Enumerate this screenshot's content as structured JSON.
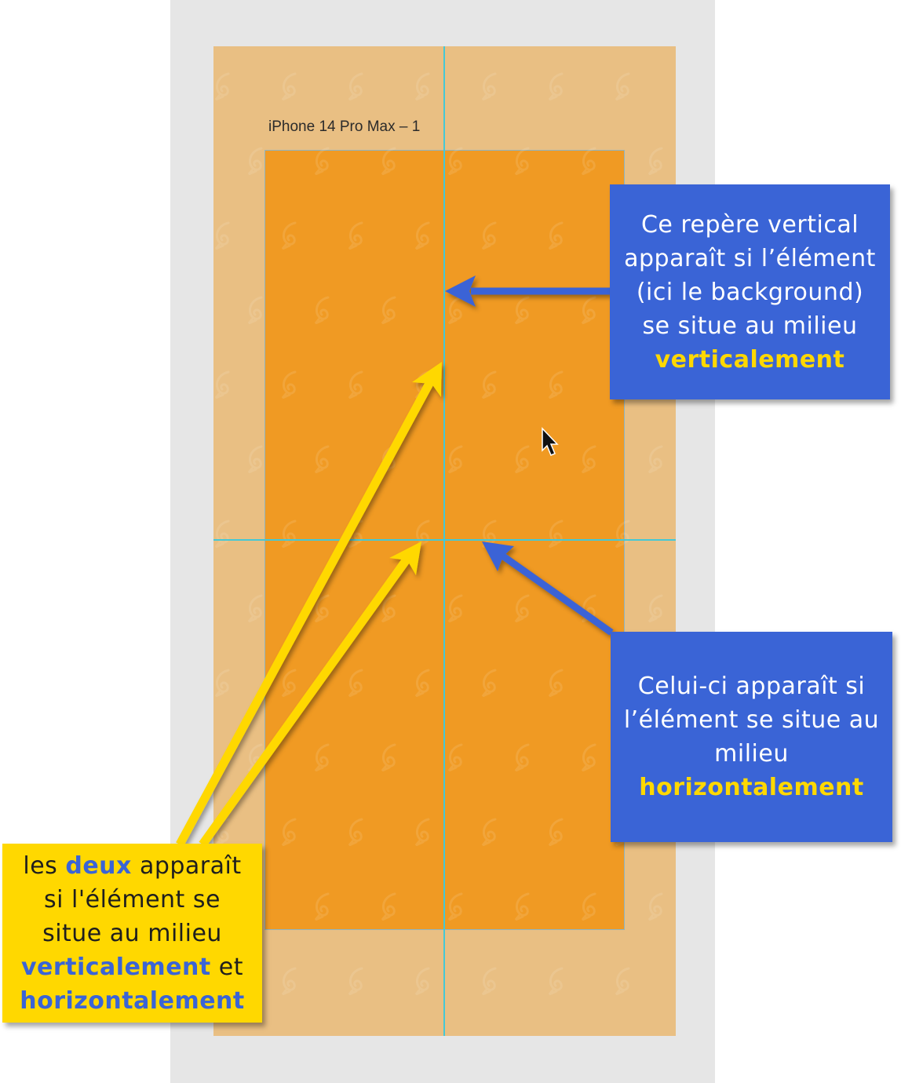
{
  "canvas": {
    "artboard_label": "iPhone 14 Pro Max – 1"
  },
  "colors": {
    "panel": "#e6e6e6",
    "selection_area": "#e9bf83",
    "artboard_fill": "#f09a23",
    "guide": "#45c8d6",
    "blue_callout": "#3a64d6",
    "yellow_callout": "#ffd800",
    "blue_arrow": "#3a64d6",
    "yellow_arrow": "#ffd800"
  },
  "callouts": {
    "vertical": {
      "line1": "Ce repère vertical",
      "line2": "apparaît si l’élément",
      "line3": "(ici le background)",
      "line4": "se situe au milieu",
      "highlight": "verticalement"
    },
    "horizontal": {
      "line1": "Celui-ci apparaît si",
      "line2": "l’élément se situe au",
      "line3": "milieu",
      "highlight": "horizontalement"
    },
    "both": {
      "line1_pre": "les",
      "line1_highlight": "deux",
      "line1_post": "apparaît",
      "line2": "si l'élément se",
      "line3": "situe au milieu",
      "line4_highlight": "verticalement",
      "line4_post": "et",
      "line5_highlight": "horizontalement"
    }
  },
  "icons": {
    "cursor": "mouse-pointer-icon",
    "watermark": "swirl-logo-icon"
  }
}
